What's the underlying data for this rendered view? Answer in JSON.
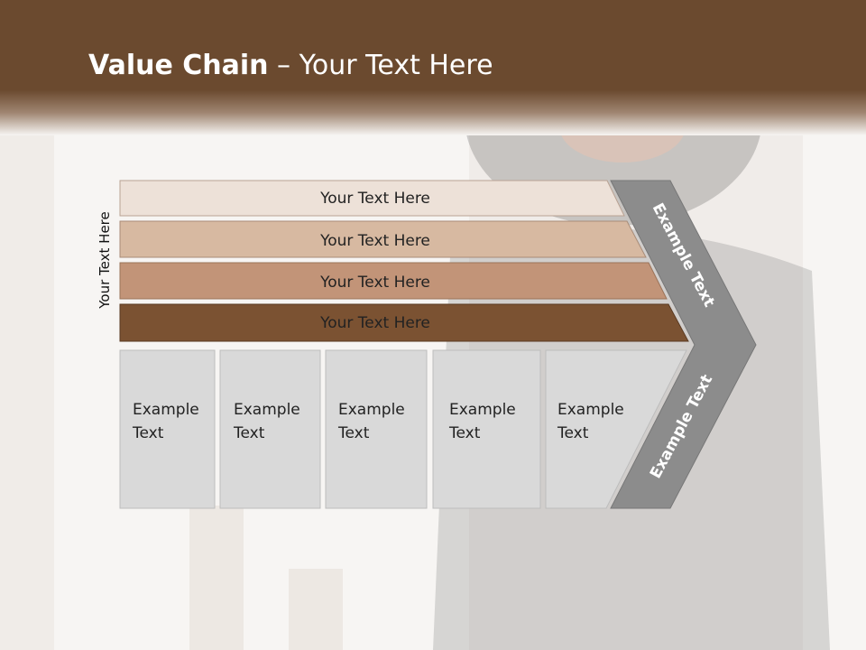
{
  "title": {
    "bold": "Value Chain",
    "rest": " – Your Text Here"
  },
  "vertical_label": "Your Text Here",
  "bars": [
    {
      "label": "Your Text Here",
      "color": "#ede1d8"
    },
    {
      "label": "Your Text Here",
      "color": "#d7b9a1"
    },
    {
      "label": "Your Text Here",
      "color": "#c29478"
    },
    {
      "label": "Your Text Here",
      "color": "#7b5232"
    }
  ],
  "boxes": [
    {
      "line1": "Example",
      "line2": "Text"
    },
    {
      "line1": "Example",
      "line2": "Text"
    },
    {
      "line1": "Example",
      "line2": "Text"
    },
    {
      "line1": "Example",
      "line2": "Text"
    },
    {
      "line1": "Example",
      "line2": "Text"
    }
  ],
  "chevron": {
    "top_label": "Example Text",
    "bottom_label": "Example Text",
    "color": "#8c8c8c"
  },
  "colors": {
    "header": "#6b4a2f",
    "box_fill": "#d9d9d9"
  }
}
